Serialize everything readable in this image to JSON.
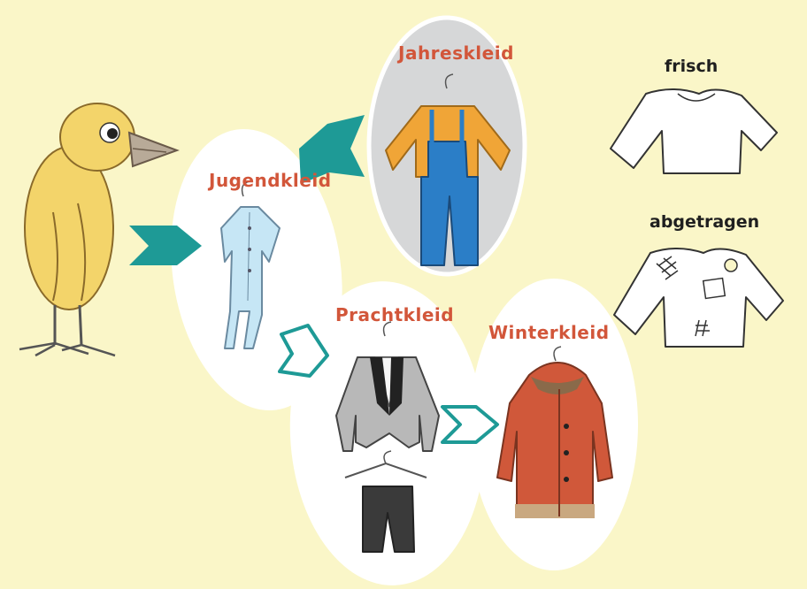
{
  "stages": {
    "jugendkleid": "Jugendkleid",
    "jahreskleid": "Jahreskleid",
    "prachtkleid": "Prachtkleid",
    "winterkleid": "Winterkleid"
  },
  "conditions": {
    "fresh": "frisch",
    "worn": "abgetragen"
  },
  "colors": {
    "background": "#faf6c8",
    "stage_label": "#d2563a",
    "arrow_teal": "#1e9a96",
    "jahreskleid_ellipse": "#d6d7d8"
  }
}
